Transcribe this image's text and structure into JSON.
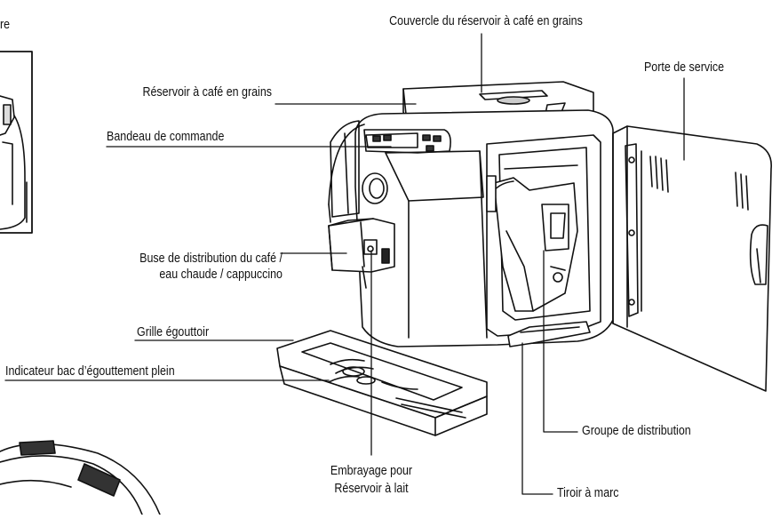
{
  "labels": {
    "couvercle": "Couvercle du réservoir à café en grains",
    "reservoir": "Réservoir à café en grains",
    "porte": "Porte de service",
    "bandeau": "Bandeau de commande",
    "buse_line1": "Buse de distribution du café /",
    "buse_line2": "eau chaude / cappuccino",
    "grille": "Grille égouttoir",
    "indicateur": "Indicateur bac d’égouttement plein",
    "groupe": "Groupe de distribution",
    "tiroir": "Tiroir à marc",
    "embrayage_line1": "Embrayage pour",
    "embrayage_line2": "Réservoir à lait",
    "cropped_top": "re"
  },
  "colors": {
    "line": "#111111",
    "fill": "#ffffff",
    "shade": "#d9d9d9",
    "dark": "#2a2a2a"
  }
}
